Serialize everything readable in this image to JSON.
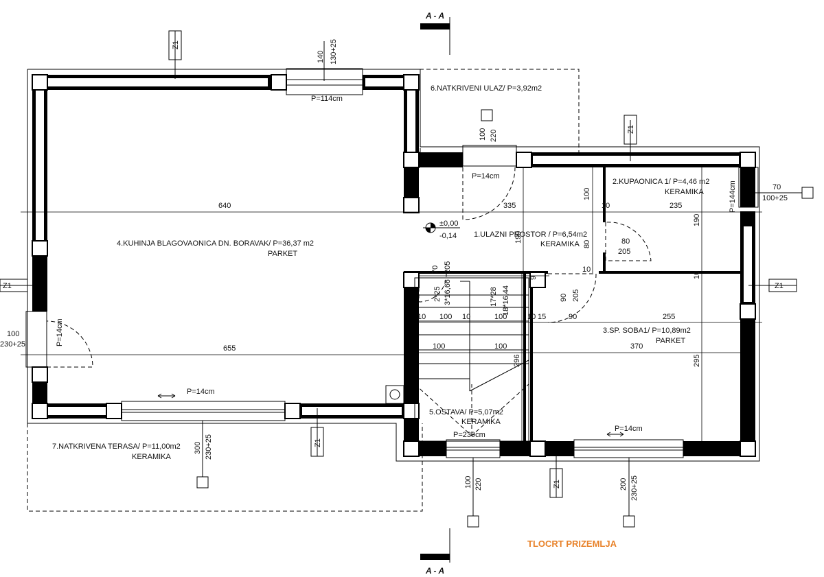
{
  "title": "TLOCRT PRIZEMLJA",
  "section_label": "A - A",
  "axis_marker": "Z1",
  "rooms": {
    "r1": {
      "name": "1.ULAZNI PROSTOR / P=6,54m2",
      "floor": "KERAMIKA"
    },
    "r2": {
      "name": "2.KUPAONICA 1/ P=4,46 m2",
      "floor": "KERAMIKA"
    },
    "r3": {
      "name": "3.SP. SOBA1/ P=10,89m2",
      "floor": "PARKET"
    },
    "r4": {
      "name": "4.KUHINJA BLAGOVAONICA DN. BORAVAK/ P=36,37 m2",
      "floor": "PARKET"
    },
    "r5": {
      "name": "5.OSTAVA/ P=5,07m2",
      "floor": "KERAMIKA"
    },
    "r6": {
      "name": "6.NATKRIVENI ULAZ/ P=3,92m2"
    },
    "r7": {
      "name": "7.NATKRIVENA TERASA/ P=11,00m2",
      "floor": "KERAMIKA"
    }
  },
  "elevation": {
    "upper": "±0,00",
    "lower": "-0,14"
  },
  "parapets": {
    "top_window": "P=114cm",
    "entry_door": "P=14cm",
    "bath_window": "P=144cm",
    "left_door": "P=14cm",
    "terrace_door": "P=14cm",
    "pantry_window": "P=239cm",
    "bedroom_door": "P=14cm"
  },
  "openings": {
    "top_window": {
      "w": "140",
      "h": "130+25"
    },
    "entry_door": {
      "w": "100",
      "h": "220"
    },
    "bath_window": {
      "w": "70",
      "h": "100+25"
    },
    "left_door": {
      "w": "100",
      "h": "230+25"
    },
    "terrace_door": {
      "w": "300",
      "h": "230+25"
    },
    "pantry_window": {
      "w": "100",
      "h": "220"
    },
    "bedroom_door": {
      "w": "200",
      "h": "230+25"
    },
    "bath_door": {
      "w": "80",
      "h": "205"
    },
    "stair_door": {
      "w": "70",
      "h": "205"
    },
    "bedroom_inner_door": {
      "w": "90",
      "h": "205"
    }
  },
  "dimensions": {
    "d640": "640",
    "d655": "655",
    "d335": "335",
    "d235": "235",
    "d255": "255",
    "d370": "370",
    "d100a": "100",
    "d100b": "100",
    "d100c": "100",
    "d100d": "100",
    "d100v": "100",
    "d80v": "80",
    "d190v": "190",
    "d190b": "190",
    "d295v": "295",
    "d296v": "296",
    "d10a": "10",
    "d10b": "10",
    "d10c": "10",
    "d10d": "10",
    "d10e": "10",
    "d10f": "10",
    "d15": "15",
    "d90": "90",
    "d9": "9",
    "stair1": "17*28",
    "stair2": "18*16,44",
    "stair3": "2*25",
    "stair4": "3*16,66"
  }
}
